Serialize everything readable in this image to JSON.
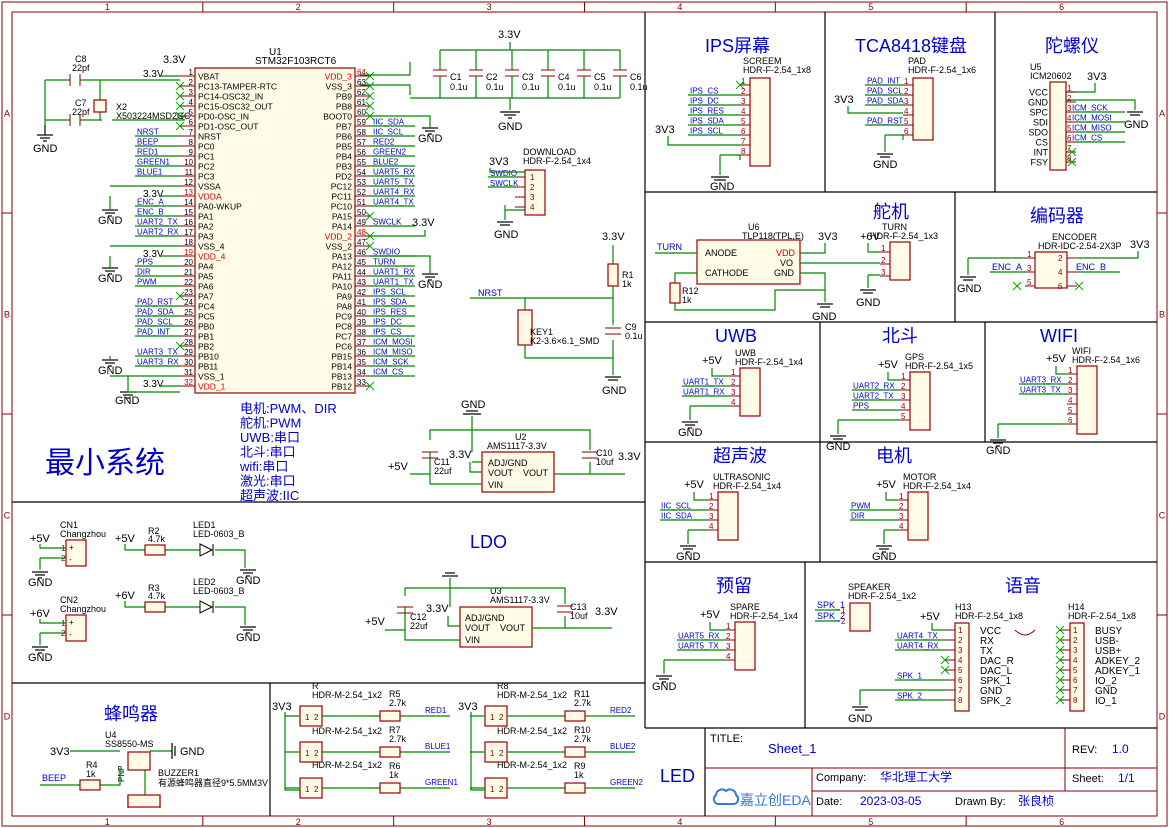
{
  "frame": {
    "col_numbers": [
      "1",
      "2",
      "3",
      "4",
      "5",
      "6"
    ],
    "row_letters": [
      "A",
      "B",
      "C",
      "D"
    ]
  },
  "sections": {
    "minimal_system": "最小系统",
    "ips": "IPS屏幕",
    "keyboard": "TCA8418键盘",
    "gyro": "陀螺仪",
    "servo": "舵机",
    "encoder": "编码器",
    "uwb": "UWB",
    "beidou": "北斗",
    "wifi": "WIFI",
    "ultrasonic": "超声波",
    "motor": "电机",
    "spare": "预留",
    "voice": "语音",
    "ldo": "LDO",
    "buzzer": "蜂鸣器",
    "led": "LED"
  },
  "notes": [
    "电机:PWM、DIR",
    "舵机:PWM",
    "UWB:串口",
    "北斗:串口",
    "wifi:串口",
    "激光:串口",
    "超声波:IIC"
  ],
  "mcu": {
    "ref": "U1",
    "part": "STM32F103RCT6",
    "left_pins": [
      {
        "num": "1",
        "name": "VBAT",
        "net": "3.3V"
      },
      {
        "num": "2",
        "name": "PC13-TAMPER-RTC",
        "net": ""
      },
      {
        "num": "3",
        "name": "PC14-OSC32_IN",
        "net": ""
      },
      {
        "num": "4",
        "name": "PC15-OSC32_OUT",
        "net": ""
      },
      {
        "num": "5",
        "name": "PD0-OSC_IN",
        "net": ""
      },
      {
        "num": "6",
        "name": "PD1-OSC_OUT",
        "net": ""
      },
      {
        "num": "7",
        "name": "NRST",
        "net": "NRST"
      },
      {
        "num": "8",
        "name": "PC0",
        "net": "BEEP"
      },
      {
        "num": "9",
        "name": "PC1",
        "net": "RED1"
      },
      {
        "num": "10",
        "name": "PC2",
        "net": "GREEN1"
      },
      {
        "num": "11",
        "name": "PC3",
        "net": "BLUE1"
      },
      {
        "num": "12",
        "name": "VSSA",
        "net": ""
      },
      {
        "num": "13",
        "name": "VDDA",
        "net": "3.3V"
      },
      {
        "num": "14",
        "name": "PA0-WKUP",
        "net": "ENC_A"
      },
      {
        "num": "15",
        "name": "PA1",
        "net": "ENC_B"
      },
      {
        "num": "16",
        "name": "PA2",
        "net": "UART2_TX"
      },
      {
        "num": "17",
        "name": "PA3",
        "net": "UART2_RX"
      },
      {
        "num": "18",
        "name": "VSS_4",
        "net": ""
      },
      {
        "num": "19",
        "name": "VDD_4",
        "net": "3.3V"
      },
      {
        "num": "20",
        "name": "PA4",
        "net": "PPS"
      },
      {
        "num": "21",
        "name": "PA5",
        "net": "DIR"
      },
      {
        "num": "22",
        "name": "PA6",
        "net": "PWM"
      },
      {
        "num": "23",
        "name": "PA7",
        "net": ""
      },
      {
        "num": "24",
        "name": "PC4",
        "net": "PAD_RST"
      },
      {
        "num": "25",
        "name": "PC5",
        "net": "PAD_SDA"
      },
      {
        "num": "26",
        "name": "PB0",
        "net": "PAD_SCL"
      },
      {
        "num": "27",
        "name": "PB1",
        "net": "PAD_INT"
      },
      {
        "num": "28",
        "name": "PB2",
        "net": ""
      },
      {
        "num": "29",
        "name": "PB10",
        "net": "UART3_TX"
      },
      {
        "num": "30",
        "name": "PB11",
        "net": "UART3_RX"
      },
      {
        "num": "31",
        "name": "VSS_1",
        "net": ""
      },
      {
        "num": "32",
        "name": "VDD_1",
        "net": "3.3V"
      }
    ],
    "right_pins": [
      {
        "num": "64",
        "name": "VDD_3",
        "net": ""
      },
      {
        "num": "63",
        "name": "VSS_3",
        "net": ""
      },
      {
        "num": "62",
        "name": "PB9",
        "net": ""
      },
      {
        "num": "61",
        "name": "PB8",
        "net": ""
      },
      {
        "num": "60",
        "name": "BOOT0",
        "net": ""
      },
      {
        "num": "59",
        "name": "PB7",
        "net": "IIC_SDA"
      },
      {
        "num": "58",
        "name": "PB6",
        "net": "IIC_SCL"
      },
      {
        "num": "57",
        "name": "PB5",
        "net": "RED2"
      },
      {
        "num": "56",
        "name": "PB4",
        "net": "GREEN2"
      },
      {
        "num": "55",
        "name": "PB3",
        "net": "BLUE2"
      },
      {
        "num": "54",
        "name": "PD2",
        "net": "UART5_RX"
      },
      {
        "num": "53",
        "name": "PC12",
        "net": "UART5_TX"
      },
      {
        "num": "52",
        "name": "PC11",
        "net": "UART4_RX"
      },
      {
        "num": "51",
        "name": "PC10",
        "net": "UART4_TX"
      },
      {
        "num": "50",
        "name": "PA15",
        "net": ""
      },
      {
        "num": "49",
        "name": "PA14",
        "net": "SWCLK"
      },
      {
        "num": "48",
        "name": "VDD_2",
        "net": ""
      },
      {
        "num": "47",
        "name": "VSS_2",
        "net": ""
      },
      {
        "num": "46",
        "name": "PA13",
        "net": "SWDIO"
      },
      {
        "num": "45",
        "name": "PA12",
        "net": "TURN"
      },
      {
        "num": "44",
        "name": "PA11",
        "net": "UART1_RX"
      },
      {
        "num": "43",
        "name": "PA10",
        "net": "UART1_TX"
      },
      {
        "num": "42",
        "name": "PA9",
        "net": "IPS_SCL"
      },
      {
        "num": "41",
        "name": "PA8",
        "net": "IPS_SDA"
      },
      {
        "num": "40",
        "name": "PC9",
        "net": "IPS_RES"
      },
      {
        "num": "39",
        "name": "PC8",
        "net": "IPS_DC"
      },
      {
        "num": "38",
        "name": "PC7",
        "net": "IPS_CS"
      },
      {
        "num": "37",
        "name": "PC6",
        "net": "ICM_MOSI"
      },
      {
        "num": "36",
        "name": "PB15",
        "net": "ICM_MISO"
      },
      {
        "num": "35",
        "name": "PB14",
        "net": "ICM_SCK"
      },
      {
        "num": "34",
        "name": "PB13",
        "net": "ICM_CS"
      },
      {
        "num": "33",
        "name": "PB12",
        "net": ""
      }
    ]
  },
  "crystal": {
    "c8": "C8",
    "c8v": "22pf",
    "c7": "C7",
    "c7v": "22pf",
    "x2": "X2",
    "x2p": "X503224MSD2GC"
  },
  "caps_top": {
    "rail": "3.3V",
    "items": [
      {
        "ref": "C1",
        "val": "0.1u"
      },
      {
        "ref": "C2",
        "val": "0.1u"
      },
      {
        "ref": "C3",
        "val": "0.1u"
      },
      {
        "ref": "C4",
        "val": "0.1u"
      },
      {
        "ref": "C5",
        "val": "0.1u"
      },
      {
        "ref": "C6",
        "val": "0.1u"
      }
    ]
  },
  "download": {
    "title": "DOWNLOAD",
    "part": "HDR-F-2.54_1x4",
    "pins": [
      "SWDIO",
      "SWCLK",
      "",
      ""
    ]
  },
  "reset": {
    "r1": "R1",
    "r1v": "1k",
    "c9": "C9",
    "c9v": "0.1u",
    "key": "KEY1",
    "keyp": "K2-3.6×6.1_SMD",
    "net": "NRST"
  },
  "ldo1": {
    "ref": "U2",
    "part": "AMS1117-3.3V",
    "cin": "C11",
    "cinv": "22uf",
    "cout": "C10",
    "coutv": "10uf",
    "adj": "ADJ/GND",
    "vout1": "VOUT",
    "vout2": "VOUT",
    "vin": "VIN",
    "in": "+5V",
    "out": "3.3V"
  },
  "ldo2": {
    "ref": "U3",
    "part": "AMS1117-3.3V",
    "cin": "C12",
    "cinv": "22uf",
    "cout": "C13",
    "coutv": "10uf",
    "adj": "ADJ/GND",
    "vout1": "VOUT",
    "vout2": "VOUT",
    "vin": "VIN",
    "in": "+5V",
    "out": "3.3V"
  },
  "power_in": [
    {
      "ref": "CN1",
      "maker": "Changzhou",
      "rail": "+5V"
    },
    {
      "ref": "CN2",
      "maker": "Changzhou",
      "rail": "+6V"
    }
  ],
  "leds": [
    {
      "r": "R2",
      "rv": "4.7k",
      "led": "LED1",
      "ledp": "LED-0603_B",
      "rail": "+5V"
    },
    {
      "r": "R3",
      "rv": "4.7k",
      "led": "LED2",
      "ledp": "LED-0603_B",
      "rail": "+6V"
    }
  ],
  "buzzer": {
    "q": "U4",
    "qp": "SS8550-MS",
    "r": "R4",
    "rv": "1k",
    "bz": "BUZZER1",
    "bzp": "有源蜂鸣器直径9*5.5MM3V",
    "net": "BEEP",
    "rail": "3V3",
    "pnp": "PNP"
  },
  "ips": {
    "title": "SCREEM",
    "part": "HDR-F-2.54_1x8",
    "pins": [
      "",
      "IPS_CS",
      "IPS_DC",
      "IPS_RES",
      "IPS_SDA",
      "IPS_SCL",
      "",
      ""
    ],
    "rail": "3V3"
  },
  "pad": {
    "title": "PAD",
    "part": "HDR-F-2.54_1x6",
    "pins": [
      "PAD_INT",
      "PAD_SCL",
      "PAD_SDA",
      "",
      "PAD_RST",
      ""
    ],
    "rail": "3V3"
  },
  "gyro": {
    "ref": "U5",
    "part": "ICM20602",
    "rail": "3V3",
    "pins": [
      "VCC",
      "GND",
      "SPC",
      "SDI",
      "SDO",
      "CS",
      "INT",
      "FSY"
    ],
    "nets": [
      "",
      "",
      "ICM_SCK",
      "ICM_MOSI",
      "ICM_MISO",
      "ICM_CS",
      "",
      ""
    ]
  },
  "opto": {
    "ref": "U6",
    "part": "TLP118(TPL,E)",
    "anode": "ANODE",
    "cathode": "CATHODE",
    "vdd": "VDD",
    "vo": "VO",
    "gnd": "GND",
    "net": "TURN",
    "r": "R12",
    "rv": "1k",
    "rail": "3V3"
  },
  "servo": {
    "title": "TURN",
    "part": "HDR-F-2.54_1x3",
    "rail": "+6V"
  },
  "encoder": {
    "title": "ENCODER",
    "part": "HDR-IDC-2.54-2X3P",
    "rail": "3V3",
    "a": "ENC_A",
    "b": "ENC_B"
  },
  "uwb": {
    "title": "UWB",
    "part": "HDR-F-2.54_1x4",
    "rail": "+5V",
    "pins": [
      "",
      "UART1_TX",
      "UART1_RX",
      ""
    ]
  },
  "gps": {
    "title": "GPS",
    "part": "HDR-F-2.54_1x5",
    "rail": "+5V",
    "pins": [
      "",
      "UART2_RX",
      "UART2_TX",
      "PPS",
      ""
    ]
  },
  "wifi": {
    "title": "WIFI",
    "part": "HDR-F-2.54_1x6",
    "rail": "+5V",
    "pins": [
      "",
      "UART3_RX",
      "UART3_TX",
      "",
      "",
      ""
    ]
  },
  "ultra": {
    "title": "ULTRASONIC",
    "part": "HDR-F-2.54_1x4",
    "rail": "+5V",
    "pins": [
      "",
      "IIC_SCL",
      "IIC_SDA",
      ""
    ]
  },
  "motor": {
    "title": "MOTOR",
    "part": "HDR-F-2.54_1x4",
    "rail": "+5V",
    "pins": [
      "",
      "PWM",
      "DIR",
      ""
    ]
  },
  "spare": {
    "title": "SPARE",
    "part": "HDR-F-2.54_1x4",
    "rail": "+5V",
    "pins": [
      "",
      "UART5_RX",
      "UART5_TX",
      ""
    ]
  },
  "speaker": {
    "title": "SPEAKER",
    "part": "HDR-F-2.54_1x2",
    "pins": [
      "SPK_1",
      "SPK_2"
    ]
  },
  "h13": {
    "ref": "H13",
    "part": "HDR-F-2.54_1x8",
    "rail": "+5V",
    "pins": [
      "VCC",
      "RX",
      "TX",
      "DAC_R",
      "DAC_L",
      "SPK_1",
      "GND",
      "SPK_2"
    ],
    "nets": [
      "",
      "UART4_TX",
      "UART4_RX",
      "",
      "",
      "SPK_1",
      "",
      "SPK_2"
    ]
  },
  "h14": {
    "ref": "H14",
    "part": "HDR-F-2.54_1x8",
    "pins": [
      "BUSY",
      "USB-",
      "USB+",
      "ADKEY_2",
      "ADKEY_1",
      "IO_2",
      "GND",
      "IO_1"
    ]
  },
  "led_headers": [
    {
      "ref": "R",
      "part": "HDR-M-2.54_1x2",
      "label": "HDR-M-2.54_1x2"
    },
    {
      "ref": "R8",
      "part": "HDR-M-2.54_1x2",
      "label": "HDR-M-2.54_1x2"
    }
  ],
  "led_res": [
    {
      "ref": "R5",
      "val": "2.7k",
      "net": "RED1"
    },
    {
      "ref": "R7",
      "val": "2.7k",
      "net": "BLUE1"
    },
    {
      "ref": "R6",
      "val": "1k",
      "net": "GREEN1"
    },
    {
      "ref": "R11",
      "val": "2.7k",
      "net": "RED2"
    },
    {
      "ref": "R10",
      "val": "2.7k",
      "net": "BLUE2"
    },
    {
      "ref": "R9",
      "val": "1k",
      "net": "GREEN2"
    }
  ],
  "rails": {
    "v33": "3.3V",
    "v3v3": "3V3",
    "gnd": "GND",
    "p5": "+5V",
    "p6": "+6V"
  },
  "title_block": {
    "title_label": "TITLE:",
    "title": "Sheet_1",
    "rev_label": "REV:",
    "rev": "1.0",
    "company_label": "Company:",
    "company": "华北理工大学",
    "sheet_label": "Sheet:",
    "sheet": "1/1",
    "date_label": "Date:",
    "date": "2023-03-05",
    "drawn_label": "Drawn By:",
    "drawn": "张良桢",
    "logo": "嘉立创EDA"
  }
}
